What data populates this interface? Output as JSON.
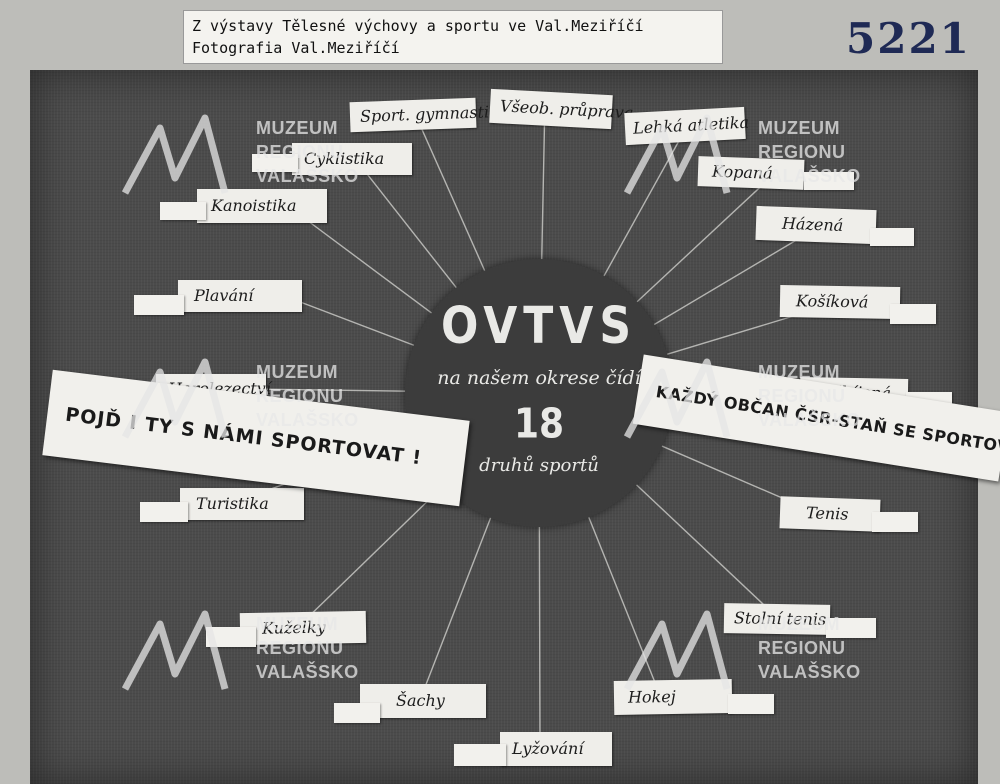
{
  "header": {
    "caption_line1": "Z výstavy Tělesné výchovy a sportu ve Val.Meziříčí",
    "caption_line2": "Fotografia Val.Meziříčí",
    "catalog_number": "5221"
  },
  "center": {
    "title": "OVTVS",
    "line1": "na našem okrese čídí",
    "number": "18",
    "line2": "druhů sportů"
  },
  "banners": {
    "left": "POJĎ I TY S NÁMI SPORTOVAT !",
    "right": "KAŽDÝ OBČAN ČSR-STAŇ SE SPORTOVCEM"
  },
  "sports": [
    {
      "label": "Sport. gymnastika"
    },
    {
      "label": "Všeob. průpravа"
    },
    {
      "label": "Lehká atletika"
    },
    {
      "label": "Cyklistika"
    },
    {
      "label": "Kopaná"
    },
    {
      "label": "Kanoistika"
    },
    {
      "label": "Házená"
    },
    {
      "label": "Plavání"
    },
    {
      "label": "Košíková"
    },
    {
      "label": "Horolezectví"
    },
    {
      "label": "Odbíjená"
    },
    {
      "label": "Turistika"
    },
    {
      "label": "Tenis"
    },
    {
      "label": "Kuželky"
    },
    {
      "label": "Stolní tenis"
    },
    {
      "label": "Šachy"
    },
    {
      "label": "Hokej"
    },
    {
      "label": "Lyžování"
    }
  ],
  "watermark": {
    "line1": "MUZEUM",
    "line2": "REGIONU",
    "line3": "VALAŠSKO"
  },
  "colors": {
    "board": "#4b4b4b",
    "disc": "#3c3c3c",
    "card": "#efeeea",
    "catalog_number": "#1f2a55"
  }
}
